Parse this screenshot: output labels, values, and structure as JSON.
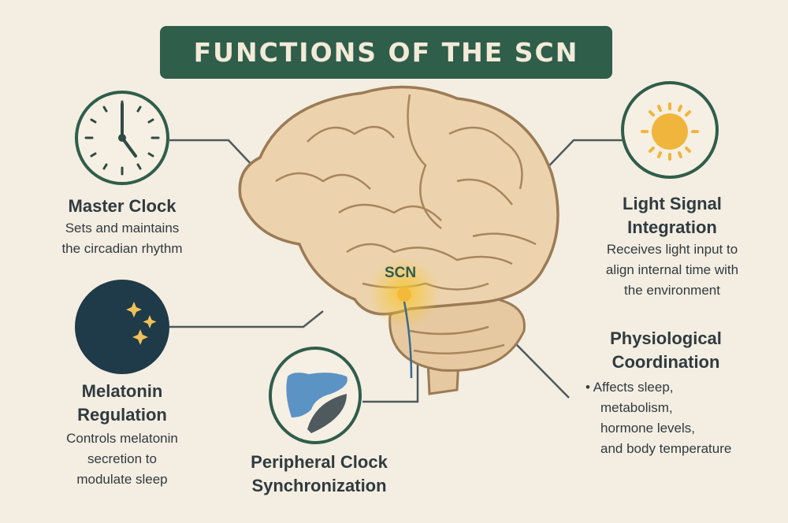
{
  "title": "FUNCTIONS OF THE SCN",
  "center_label": "SCN",
  "colors": {
    "background": "#f4ede1",
    "accent_green": "#2f5e4b",
    "sun": "#f0b53c",
    "moon_bg": "#1f3a48",
    "brain": "#ecd3ad",
    "brain_outline": "#9b7b55",
    "liver": "#5b93c4"
  },
  "functions": {
    "master_clock": {
      "icon": "clock-icon",
      "title": "Master Clock",
      "desc": [
        "Sets and maintains",
        "the circadian rhythm"
      ]
    },
    "light_signal": {
      "icon": "sun-icon",
      "title": [
        "Light Signal",
        "Integration"
      ],
      "desc": [
        "Receives light input to",
        "align internal time with",
        "the environment"
      ]
    },
    "melatonin": {
      "icon": "moon-stars-icon",
      "title": [
        "Melatonin",
        "Regulation"
      ],
      "desc": [
        "Controls melatonin",
        "secretion to",
        "modulate sleep"
      ]
    },
    "peripheral": {
      "icon": "liver-organ-icon",
      "title": [
        "Peripheral Clock",
        "Synchronization"
      ]
    },
    "physiological": {
      "title": [
        "Physiological",
        "Coordination"
      ],
      "bullets": [
        "Affects sleep,",
        "metabolism,",
        "hormone levels,",
        "and body temperature"
      ]
    }
  }
}
